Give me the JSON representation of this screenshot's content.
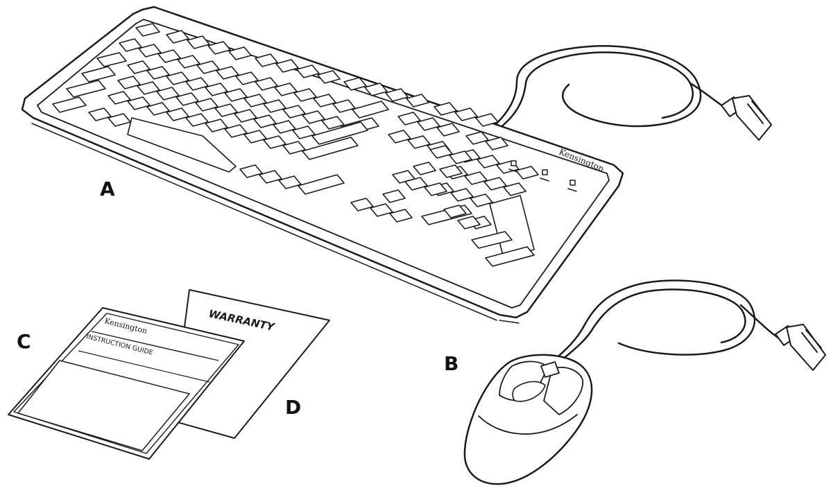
{
  "labels": {
    "a": "A",
    "b": "B",
    "c": "C",
    "d": "D"
  },
  "keyboard": {
    "brand": "Kensington"
  },
  "guide": {
    "brand": "Kensington",
    "title": "INSTRUCTION GUIDE"
  },
  "warranty": {
    "title": "WARRANTY"
  },
  "colors": {
    "line": "#1a1a1a",
    "fill": "#ffffff"
  }
}
